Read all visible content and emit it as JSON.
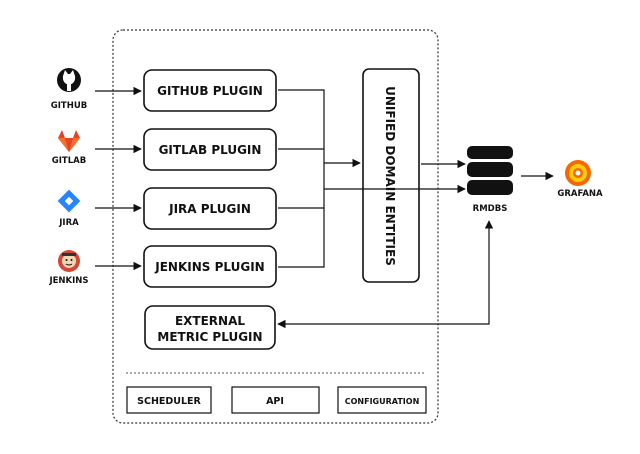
{
  "sources": [
    {
      "label": "GITHUB",
      "icon": "github-icon"
    },
    {
      "label": "GITLAB",
      "icon": "gitlab-icon"
    },
    {
      "label": "JIRA",
      "icon": "jira-icon"
    },
    {
      "label": "JENKINS",
      "icon": "jenkins-icon"
    }
  ],
  "plugins": [
    {
      "label": "GITHUB PLUGIN"
    },
    {
      "label": "GITLAB PLUGIN"
    },
    {
      "label": "JIRA PLUGIN"
    },
    {
      "label": "JENKINS PLUGIN"
    }
  ],
  "external_plugin": {
    "line1": "EXTERNAL",
    "line2": "METRIC PLUGIN"
  },
  "domain_layer": {
    "label": "UNIFIED DOMAIN ENTITIES"
  },
  "database": {
    "label": "RMDBS",
    "icon": "database-icon"
  },
  "dashboard": {
    "label": "GRAFANA",
    "icon": "grafana-icon"
  },
  "footer": [
    {
      "label": "SCHEDULER"
    },
    {
      "label": "API"
    },
    {
      "label": "CONFIGURATION"
    }
  ],
  "colors": {
    "gitlab": "#e24329",
    "jira": "#2684ff",
    "grafana": "#f46800",
    "jenkins": "#d24939",
    "ink": "#111111"
  }
}
